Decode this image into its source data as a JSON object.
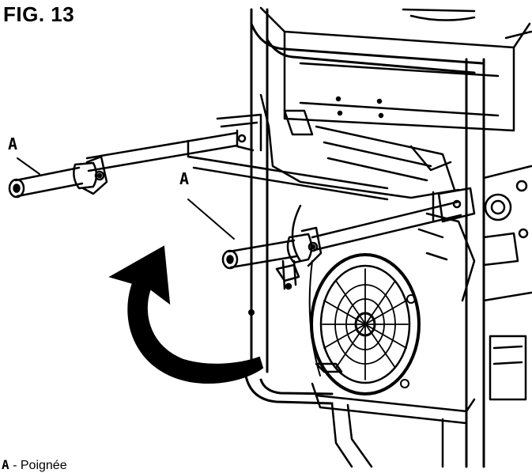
{
  "figure": {
    "title": "FIG. 13"
  },
  "callouts": {
    "left": "A",
    "center": "A"
  },
  "legend": {
    "key": "A",
    "separator": "-",
    "text": "Poignée"
  }
}
